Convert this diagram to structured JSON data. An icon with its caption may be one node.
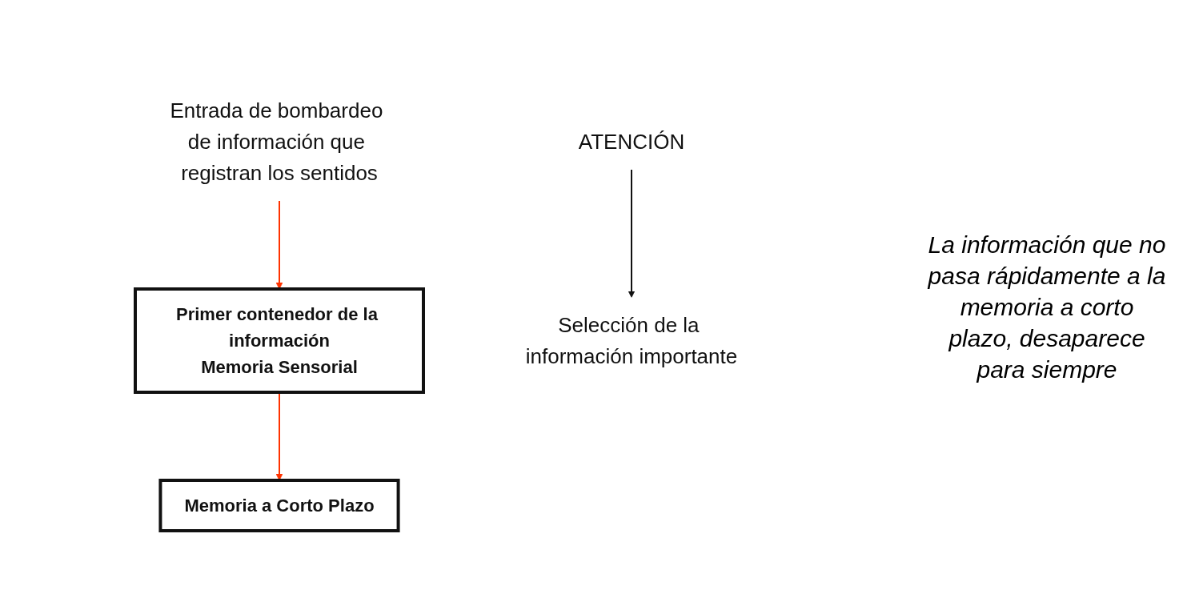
{
  "diagram": {
    "nodes": [
      {
        "text": [
          "Entrada de bombardeo de información que registran los sentidos"
        ]
      },
      {
        "text": [
          "Primer contenedor de la información",
          "Memoria Sensorial"
        ]
      },
      {
        "text": [
          "ATENCIÓN"
        ]
      },
      {
        "text": [
          "Selección de la información importante"
        ]
      },
      {
        "text": [
          "Memoria a Corto Plazo"
        ]
      }
    ],
    "edges": [
      {
        "from": 0,
        "to": 1,
        "arrow": "to",
        "color": "#ff3300"
      },
      {
        "from": 2,
        "to": 3,
        "arrow": "to",
        "color": "#111111"
      },
      {
        "from": 1,
        "to": 4,
        "arrow": "to",
        "color": "#ff3300"
      }
    ],
    "labels": [
      "La información que no pasa rápidamente a la memoria a corto plazo, desaparece para siempre"
    ]
  }
}
